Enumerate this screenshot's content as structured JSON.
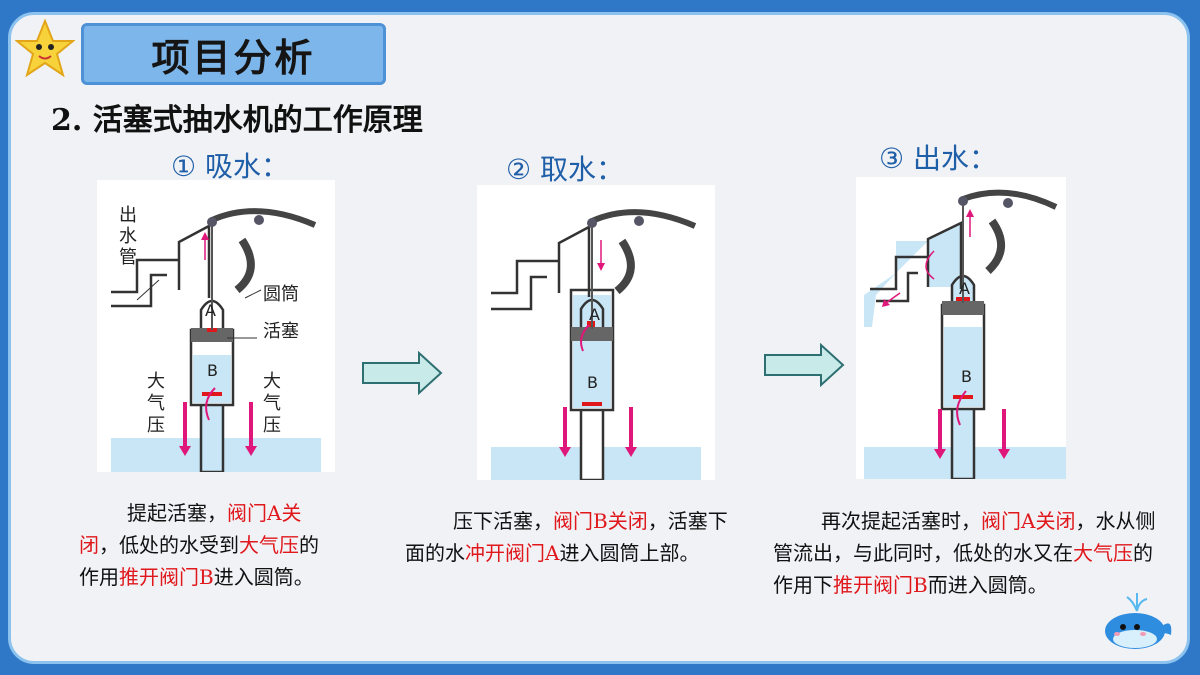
{
  "header": {
    "title": "项目分析",
    "subtitle": "2. 活塞式抽水机的工作原理"
  },
  "steps": [
    {
      "title": "① 吸水：",
      "labels": {
        "outlet": [
          "出",
          "水",
          "管"
        ],
        "cylinder": "圆筒",
        "piston": "活塞",
        "valve_a": "A",
        "valve_b": "B",
        "atm_left": [
          "大",
          "气",
          "压"
        ],
        "atm_right": [
          "大",
          "气",
          "压"
        ]
      },
      "caption": [
        {
          "t": "提起活塞，",
          "hl": false
        },
        {
          "t": "阀门A关闭",
          "hl": true
        },
        {
          "t": "，低处的水受到",
          "hl": false
        },
        {
          "t": "大气压",
          "hl": true
        },
        {
          "t": "的作用",
          "hl": false
        },
        {
          "t": "推开阀门B",
          "hl": true
        },
        {
          "t": "进入圆筒。",
          "hl": false
        }
      ]
    },
    {
      "title": "② 取水：",
      "labels": {
        "valve_a": "A",
        "valve_b": "B"
      },
      "caption": [
        {
          "t": "压下活塞，",
          "hl": false
        },
        {
          "t": "阀门B关闭",
          "hl": true
        },
        {
          "t": "，活塞下面的水",
          "hl": false
        },
        {
          "t": "冲开阀门A",
          "hl": true
        },
        {
          "t": "进入圆筒上部。",
          "hl": false
        }
      ]
    },
    {
      "title": "③ 出水：",
      "labels": {
        "valve_a": "A",
        "valve_b": "B"
      },
      "caption": [
        {
          "t": "再次提起活塞时，",
          "hl": false
        },
        {
          "t": "阀门A关闭",
          "hl": true
        },
        {
          "t": "，水从侧管流出，与此同时，低处的水又在",
          "hl": false
        },
        {
          "t": "大气压",
          "hl": true
        },
        {
          "t": "的作用下",
          "hl": false
        },
        {
          "t": "推开阀门B",
          "hl": true
        },
        {
          "t": "而进入圆筒。",
          "hl": false
        }
      ]
    }
  ],
  "colors": {
    "accent": "#e0171b",
    "step_title": "#1f5fa8",
    "water": "#c9e6f7",
    "arrow": "#e0177a"
  },
  "icons": [
    "star-mascot-icon",
    "right-arrow-icon",
    "whale-mascot-icon"
  ]
}
